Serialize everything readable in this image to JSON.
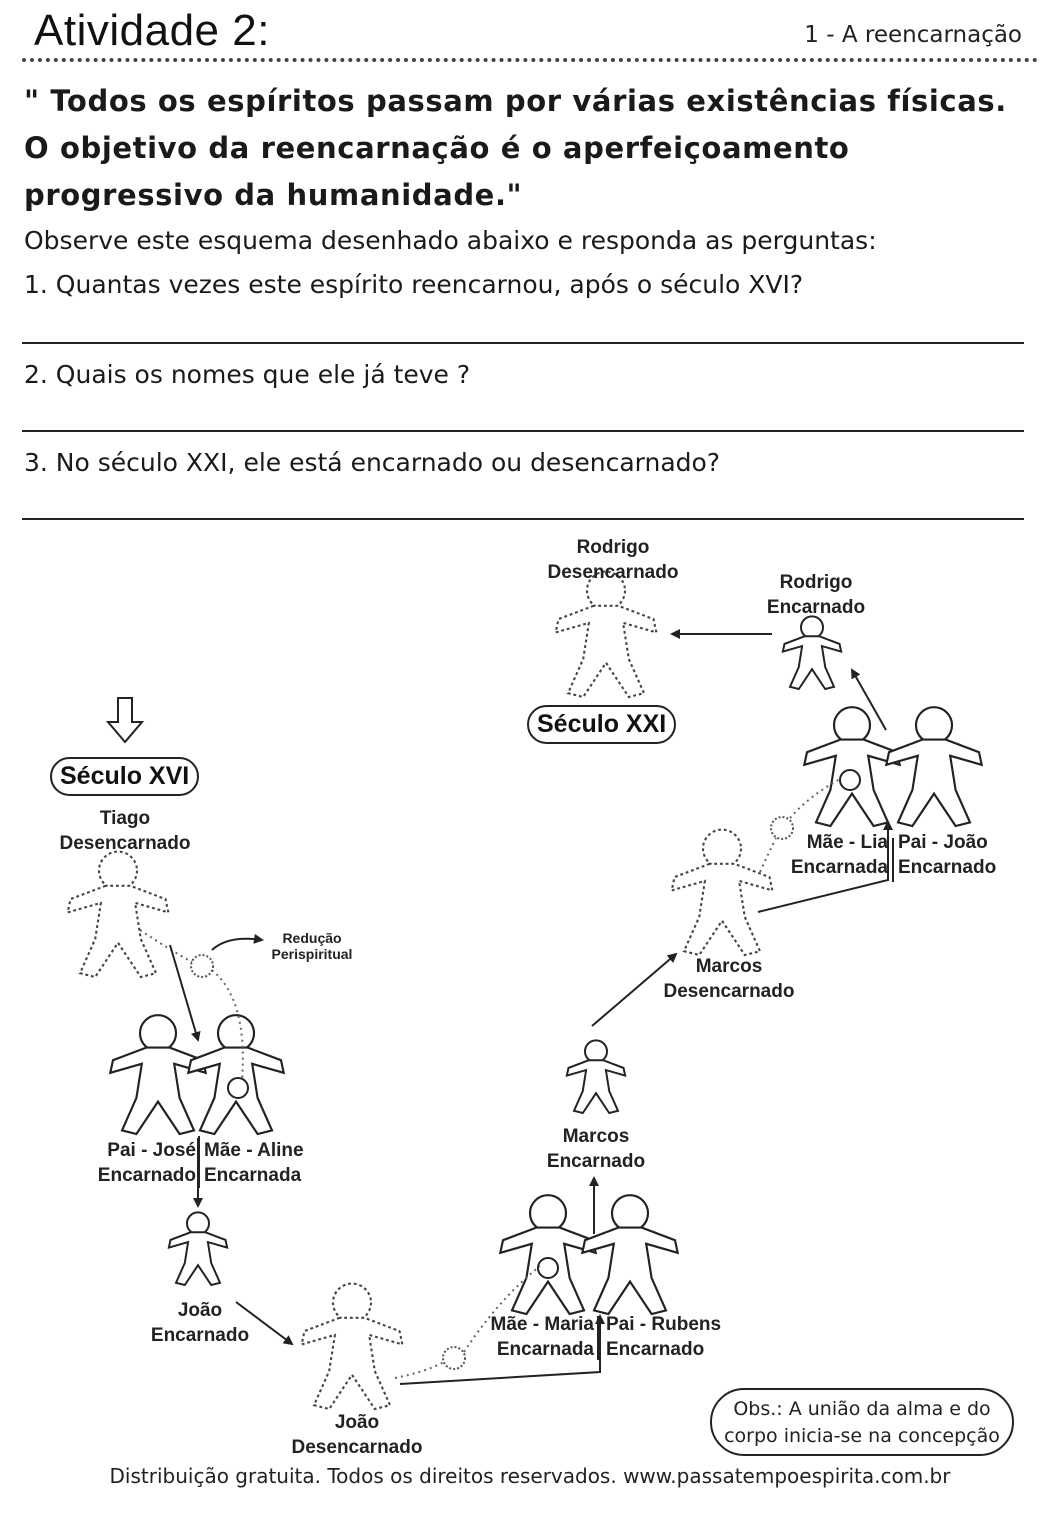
{
  "header": {
    "title": "Atividade 2:",
    "section": "1 - A reencarnação"
  },
  "quote": "\" Todos os espíritos passam por várias existências físicas. O objetivo da reencarnação é o aperfeiçoamento progressivo da humanidade.\"",
  "instruction": "Observe este esquema desenhado abaixo e responda as perguntas:",
  "questions": [
    "1.  Quantas vezes este espírito reencarnou, após o século XVI?",
    "2. Quais os nomes que ele já teve ?",
    "3. No século XXI, ele está encarnado ou desencarnado?"
  ],
  "diagram": {
    "century_start": "Século XVI",
    "century_end": "Século XXI",
    "tiago": {
      "name": "Tiago",
      "state": "Desencarnado"
    },
    "reducao": {
      "line1": "Redução",
      "line2": "Perispiritual"
    },
    "pai_jose": {
      "name": "Pai - José",
      "state": "Encarnado"
    },
    "mae_aline": {
      "name": "Mãe - Aline",
      "state": "Encarnada"
    },
    "joao_enc": {
      "name": "João",
      "state": "Encarnado"
    },
    "joao_des": {
      "name": "João",
      "state": "Desencarnado"
    },
    "mae_maria": {
      "name": "Mãe - Maria",
      "state": "Encarnada"
    },
    "pai_rubens": {
      "name": "Pai - Rubens",
      "state": "Encarnado"
    },
    "marcos_enc": {
      "name": "Marcos",
      "state": "Encarnado"
    },
    "marcos_des": {
      "name": "Marcos",
      "state": "Desencarnado"
    },
    "mae_lia": {
      "name": "Mãe - Lia",
      "state": "Encarnada"
    },
    "pai_joao": {
      "name": "Pai - João",
      "state": "Encarnado"
    },
    "rodrigo_enc": {
      "name": "Rodrigo",
      "state": "Encarnado"
    },
    "rodrigo_des": {
      "name": "Rodrigo",
      "state": "Desencarnado"
    }
  },
  "obs": {
    "line1": "Obs.: A união da alma e do",
    "line2": "corpo inicia-se na concepção"
  },
  "footer": "Distribuição gratuita. Todos os direitos reservados. www.passatempoespirita.com.br"
}
